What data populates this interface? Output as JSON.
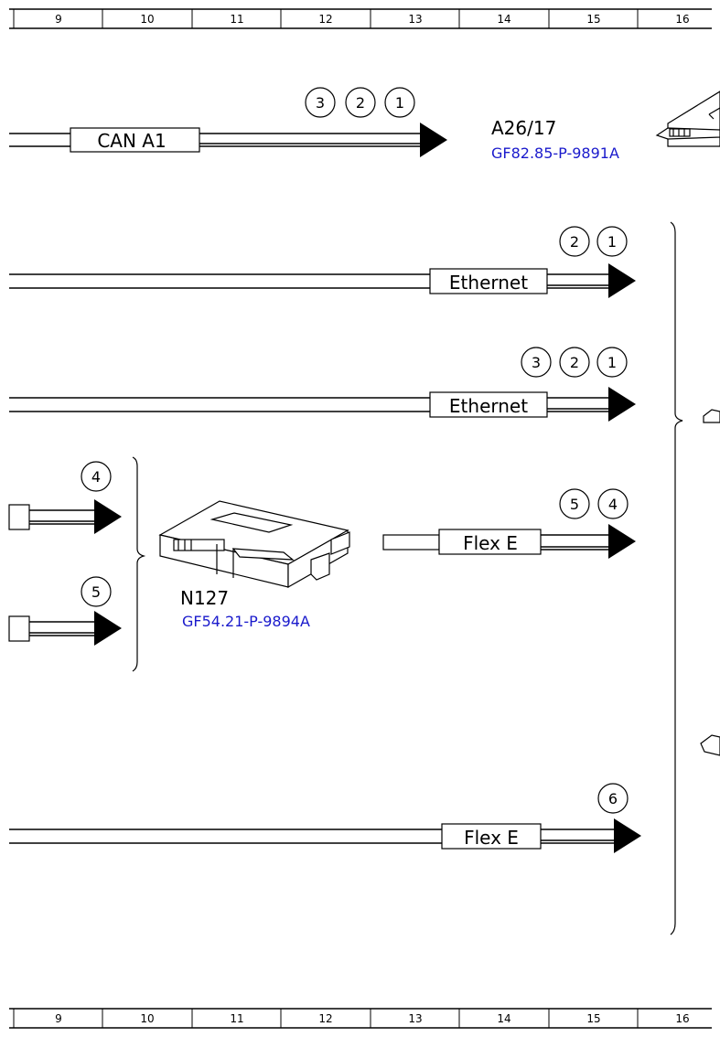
{
  "ruler": {
    "columns": [
      "9",
      "10",
      "11",
      "12",
      "13",
      "14",
      "15",
      "16"
    ]
  },
  "buses": [
    {
      "label": "CAN A1",
      "circles": [
        "3",
        "2",
        "1"
      ]
    },
    {
      "label": "Ethernet",
      "circles": [
        "2",
        "1"
      ]
    },
    {
      "label": "Ethernet",
      "circles": [
        "3",
        "2",
        "1"
      ]
    },
    {
      "label": "Flex E",
      "circles": [
        "5",
        "4"
      ]
    },
    {
      "label": "Flex E",
      "circles": [
        "6"
      ]
    }
  ],
  "left_arrows": [
    {
      "circle": "4"
    },
    {
      "circle": "5"
    }
  ],
  "components": {
    "a26_17": {
      "name": "A26/17",
      "ref": "GF82.85-P-9891A"
    },
    "n127": {
      "name": "N127",
      "ref": "GF54.21-P-9894A"
    }
  },
  "colors": {
    "line": "#000000",
    "reference_link": "#1a1acc",
    "background": "#ffffff"
  }
}
